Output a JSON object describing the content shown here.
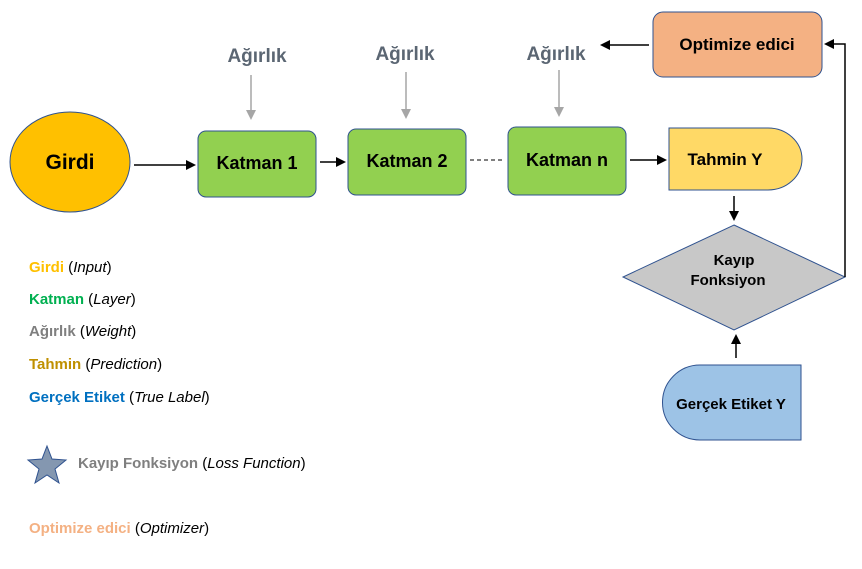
{
  "colors": {
    "girdi": "#f7c325",
    "katman": "#17a34a",
    "agirlik": "#7f7f7f",
    "tahmin": "#bf9000",
    "gercek": "#1f78b4",
    "kayip": "#7f7f7f",
    "optimizer": "#f4b183"
  },
  "nodes": {
    "girdi": "Girdi",
    "katman1": "Katman 1",
    "katman2": "Katman 2",
    "katmann": "Katman n",
    "tahmin": "Tahmin Y",
    "kayip_line1": "Kayıp",
    "kayip_line2": "Fonksiyon",
    "gercek": "Gerçek Etiket Y",
    "optimizer": "Optimize edici"
  },
  "weights": [
    "Ağırlık",
    "Ağırlık",
    "Ağırlık"
  ],
  "legend": {
    "girdi": {
      "term": "Girdi",
      "english": "Input"
    },
    "katman": {
      "term": "Katman",
      "english": "Layer"
    },
    "agirlik": {
      "term": "Ağırlık",
      "english": "Weight"
    },
    "tahmin": {
      "term": "Tahmin",
      "english": "Prediction"
    },
    "gercek": {
      "term": "Gerçek Etiket",
      "english": "True Label"
    },
    "kayip": {
      "term": "Kayıp Fonksiyon",
      "english": "Loss Function",
      "icon": "star-icon"
    },
    "optimizer": {
      "term": "Optimize edici",
      "english": "Optimizer"
    }
  }
}
